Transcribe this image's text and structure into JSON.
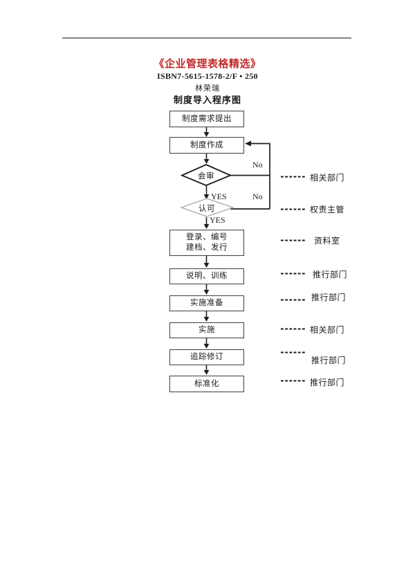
{
  "header": {
    "book_title": "《企业管理表格精选》",
    "isbn": "ISBN7-5615-1578-2/F • 250",
    "author": "林荣瑞",
    "diagram_title": "制度导入程序图"
  },
  "colors": {
    "title_red": "#c32a28",
    "line_black": "#1f1f1f",
    "light_diamond_stroke": "#a4a4a4"
  },
  "flowchart": {
    "steps": [
      {
        "lines": [
          "制度需求提出"
        ]
      },
      {
        "lines": [
          "制度作成"
        ]
      },
      {
        "lines": [
          "登录、编号",
          "建档、发行"
        ]
      },
      {
        "lines": [
          "说明、训练"
        ]
      },
      {
        "lines": [
          "实施准备"
        ]
      },
      {
        "lines": [
          "实施"
        ]
      },
      {
        "lines": [
          "追踪修订"
        ]
      },
      {
        "lines": [
          "标准化"
        ]
      }
    ],
    "decisions": [
      {
        "label": "会审",
        "yes": "YES",
        "no": "No"
      },
      {
        "label": "认可",
        "yes": "YES",
        "no": "No"
      }
    ],
    "annotations": [
      {
        "label": "相关部门"
      },
      {
        "label": "权责主管"
      },
      {
        "label": "资料室"
      },
      {
        "label": "推行部门"
      },
      {
        "label": "推行部门"
      },
      {
        "label": "相关部门"
      },
      {
        "label": "推行部门"
      },
      {
        "label": "推行部门"
      }
    ]
  }
}
